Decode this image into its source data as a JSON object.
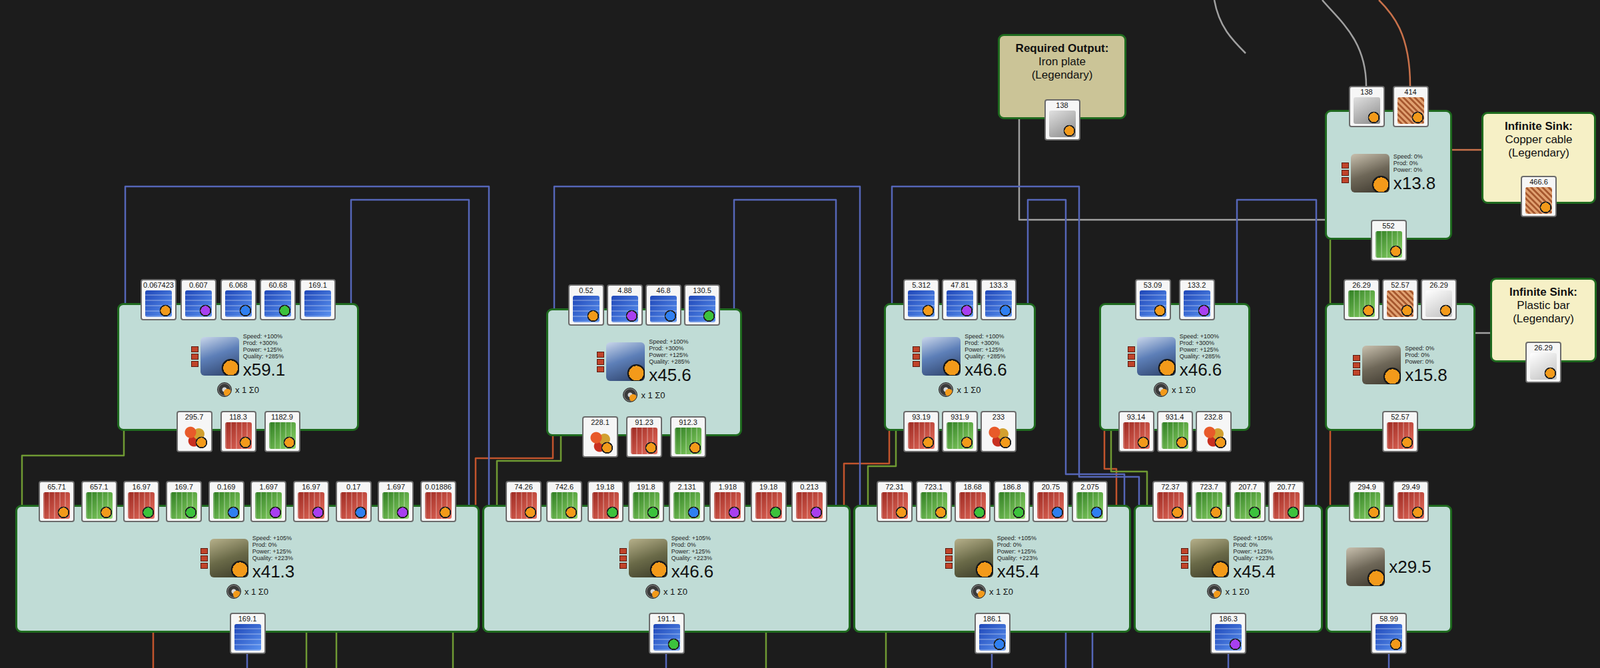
{
  "diagram": {
    "nodes": [
      {
        "text": [
          "Required Output:",
          "Iron plate (Legendary)",
          "138"
        ]
      },
      {
        "text": [
          "138",
          "414",
          "Speed: 0%",
          "Prod: 0%",
          "Power: 0%",
          "x13.8",
          "552"
        ]
      },
      {
        "text": [
          "Infinite Sink:",
          "Copper cable (Legendary)",
          "466.6"
        ]
      },
      {
        "text": [
          "0.067423",
          "0.607",
          "6.068",
          "60.68",
          "169.1",
          "Speed: +100%",
          "Prod: +300%",
          "Power: +125%",
          "Quality: +285%",
          "x59.1",
          "x 1 Σ0",
          "295.7",
          "118.3",
          "1182.9"
        ]
      },
      {
        "text": [
          "0.52",
          "4.88",
          "46.8",
          "130.5",
          "Speed: +100%",
          "Prod: +300%",
          "Power: +125%",
          "Quality: +285%",
          "x45.6",
          "x 1 Σ0",
          "228.1",
          "91.23",
          "912.3"
        ]
      },
      {
        "text": [
          "5.312",
          "47.81",
          "133.3",
          "Speed: +100%",
          "Prod: +300%",
          "Power: +125%",
          "Quality: +285%",
          "x46.6",
          "x 1 Σ0",
          "93.19",
          "931.9",
          "233"
        ]
      },
      {
        "text": [
          "53.09",
          "133.2",
          "Speed: +100%",
          "Prod: +300%",
          "Power: +125%",
          "Quality: +285%",
          "x46.6",
          "x 1 Σ0",
          "93.14",
          "931.4",
          "232.8"
        ]
      },
      {
        "text": [
          "26.29",
          "52.57",
          "26.29",
          "Speed: 0%",
          "Prod: 0%",
          "Power: 0%",
          "x15.8",
          "52.57"
        ]
      },
      {
        "text": [
          "Infinite Sink:",
          "Plastic bar (Legendary)",
          "26.29"
        ]
      },
      {
        "text": [
          "65.71",
          "657.1",
          "16.97",
          "169.7",
          "0.169",
          "1.697",
          "16.97",
          "0.17",
          "1.697",
          "0.01886",
          "Speed: +105%",
          "Prod: 0%",
          "Power: +125%",
          "Quality: +223%",
          "x41.3",
          "x 1 Σ0",
          "169.1"
        ]
      },
      {
        "text": [
          "74.26",
          "742.6",
          "19.18",
          "191.8",
          "2.131",
          "1.918",
          "19.18",
          "0.213",
          "Speed: +105%",
          "Prod: 0%",
          "Power: +125%",
          "Quality: +223%",
          "x46.6",
          "x 1 Σ0",
          "191.1"
        ]
      },
      {
        "text": [
          "72.31",
          "723.1",
          "18.68",
          "186.8",
          "20.75",
          "2.075",
          "Speed: +105%",
          "Prod: 0%",
          "Power: +125%",
          "Quality: +223%",
          "x45.4",
          "x 1 Σ0",
          "186.1"
        ]
      },
      {
        "text": [
          "72.37",
          "723.7",
          "207.7",
          "20.77",
          "Speed: +105%",
          "Prod: 0%",
          "Power: +125%",
          "Quality: +223%",
          "x45.4",
          "x 1 Σ0",
          "186.3"
        ]
      },
      {
        "text": [
          "294.9",
          "29.49",
          "x29.5",
          "58.99"
        ]
      }
    ],
    "edges": [
      {
        "from": 0,
        "to": 1,
        "arrow": "none"
      },
      {
        "from": 1,
        "to": 2,
        "arrow": "none"
      },
      {
        "from": 1,
        "to": 7,
        "arrow": "none"
      },
      {
        "from": 7,
        "to": 8,
        "arrow": "none"
      },
      {
        "from": 7,
        "to": 13,
        "arrow": "none"
      },
      {
        "from": 3,
        "to": 9,
        "arrow": "none"
      },
      {
        "from": 4,
        "to": 9,
        "arrow": "none"
      },
      {
        "from": 4,
        "to": 10,
        "arrow": "none"
      },
      {
        "from": 5,
        "to": 10,
        "arrow": "none"
      },
      {
        "from": 5,
        "to": 11,
        "arrow": "none"
      },
      {
        "from": 6,
        "to": 11,
        "arrow": "none"
      },
      {
        "from": 6,
        "to": 12,
        "arrow": "none"
      },
      {
        "from": 9,
        "to": 3,
        "arrow": "none"
      },
      {
        "from": 10,
        "to": 3,
        "arrow": "none"
      },
      {
        "from": 10,
        "to": 4,
        "arrow": "none"
      },
      {
        "from": 11,
        "to": 4,
        "arrow": "none"
      },
      {
        "from": 11,
        "to": 5,
        "arrow": "none"
      },
      {
        "from": 12,
        "to": 5,
        "arrow": "none"
      },
      {
        "from": 12,
        "to": 6,
        "arrow": "none"
      }
    ]
  }
}
